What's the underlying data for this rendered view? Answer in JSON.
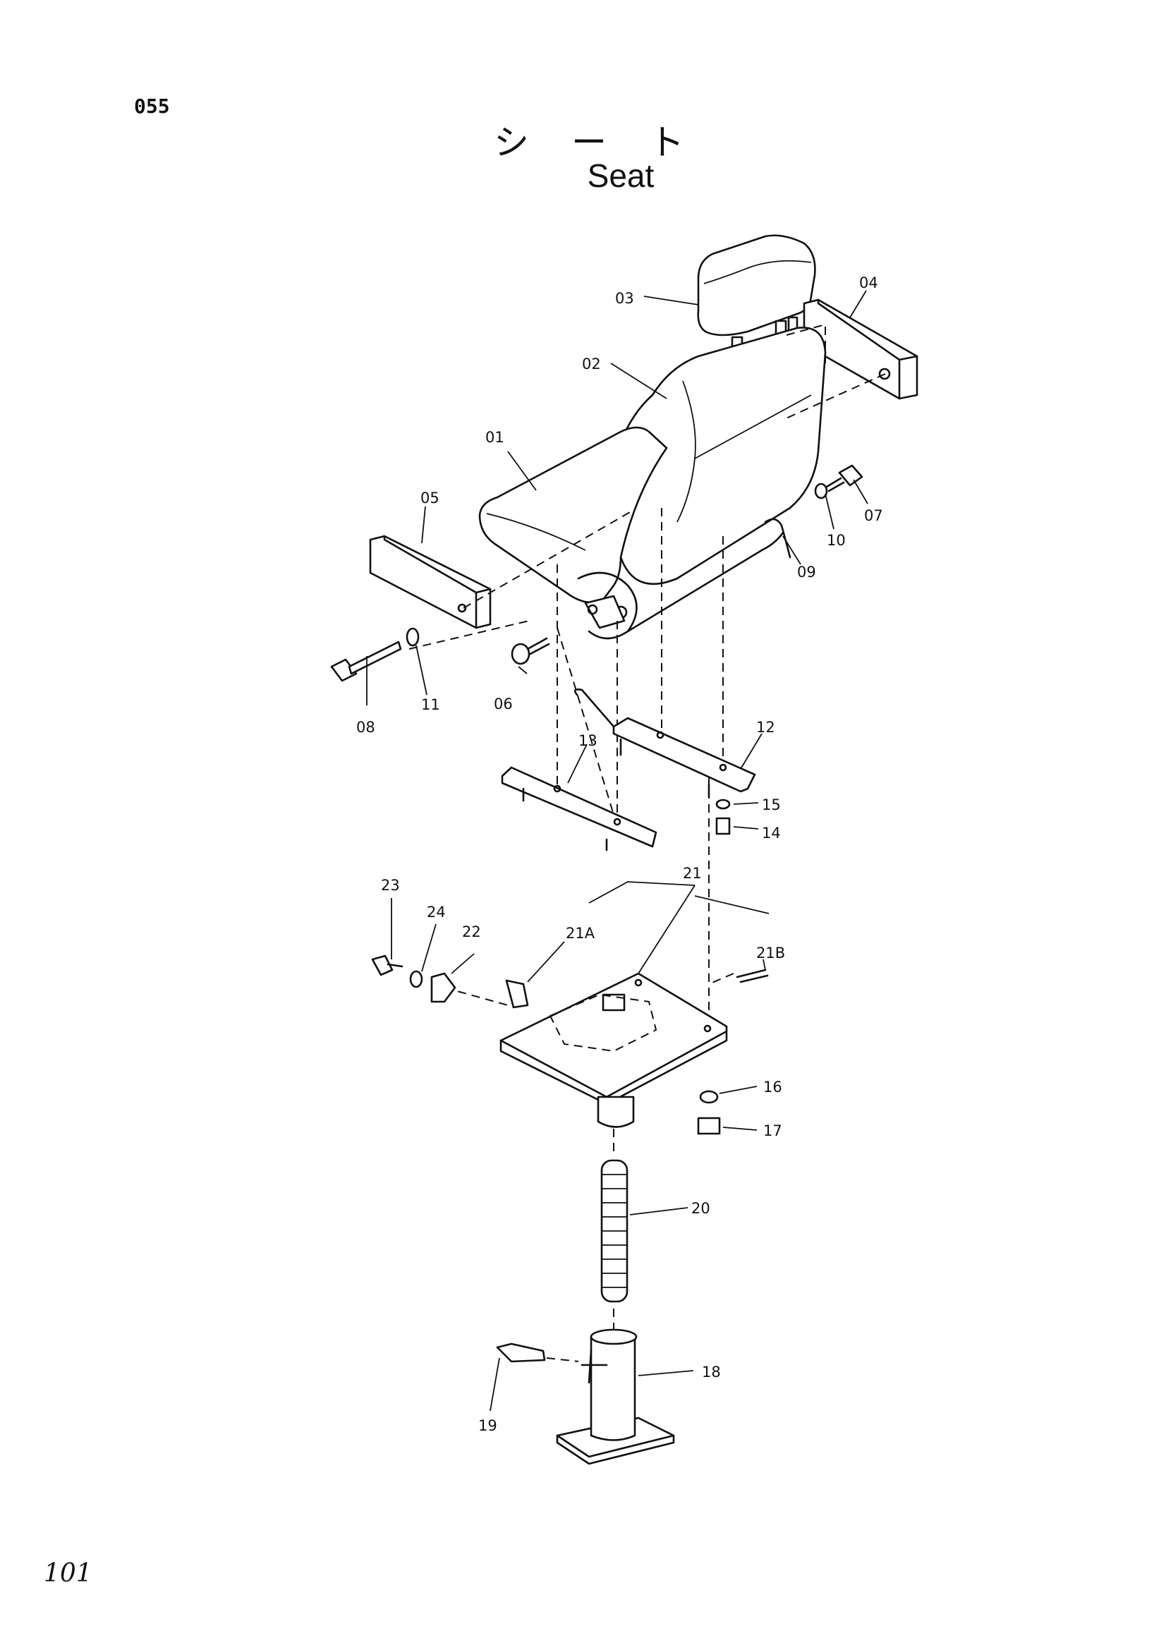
{
  "header": {
    "page_code": "055",
    "title_jp": "シート",
    "title_en": "Seat"
  },
  "footer": {
    "sheet_no": "101"
  },
  "callouts": [
    {
      "id": "01",
      "label": "01"
    },
    {
      "id": "02",
      "label": "02"
    },
    {
      "id": "03",
      "label": "03"
    },
    {
      "id": "04",
      "label": "04"
    },
    {
      "id": "05",
      "label": "05"
    },
    {
      "id": "06",
      "label": "06"
    },
    {
      "id": "07",
      "label": "07"
    },
    {
      "id": "08",
      "label": "08"
    },
    {
      "id": "09",
      "label": "09"
    },
    {
      "id": "10",
      "label": "10"
    },
    {
      "id": "11",
      "label": "11"
    },
    {
      "id": "12",
      "label": "12"
    },
    {
      "id": "13",
      "label": "13"
    },
    {
      "id": "14",
      "label": "14"
    },
    {
      "id": "15",
      "label": "15"
    },
    {
      "id": "16",
      "label": "16"
    },
    {
      "id": "17",
      "label": "17"
    },
    {
      "id": "18",
      "label": "18"
    },
    {
      "id": "19",
      "label": "19"
    },
    {
      "id": "20",
      "label": "20"
    },
    {
      "id": "21",
      "label": "21"
    },
    {
      "id": "21A",
      "label": "21A"
    },
    {
      "id": "21B",
      "label": "21B"
    },
    {
      "id": "22",
      "label": "22"
    },
    {
      "id": "23",
      "label": "23"
    },
    {
      "id": "24",
      "label": "24"
    }
  ]
}
